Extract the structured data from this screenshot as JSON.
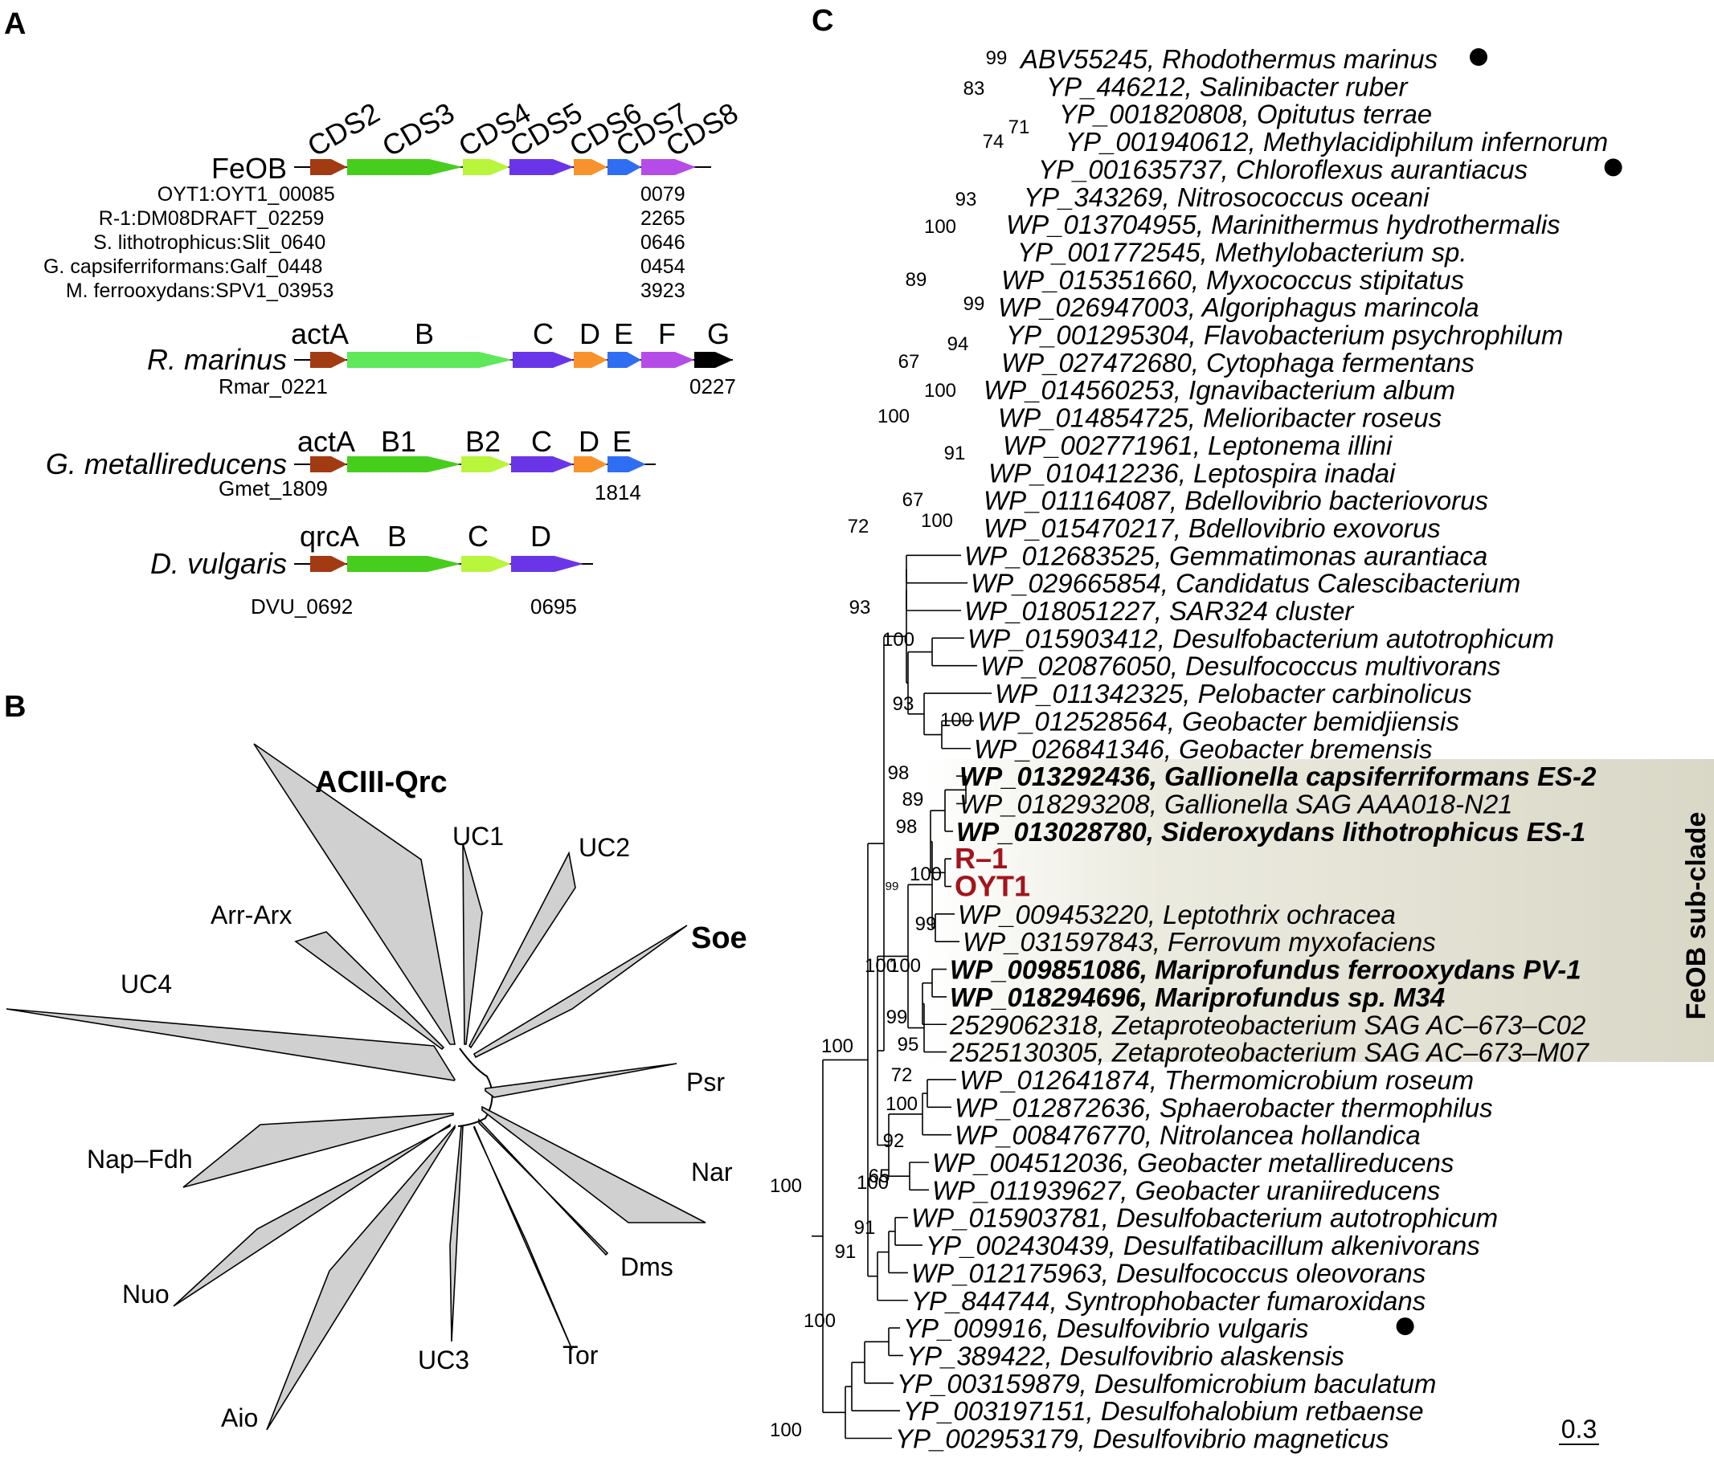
{
  "panels": {
    "a": "A",
    "b": "B",
    "c": "C"
  },
  "panel_a": {
    "rows": [
      {
        "organism": "FeOB",
        "organism_italic": false,
        "genes": [
          "CDS2",
          "CDS3",
          "CDS4",
          "CDS5",
          "CDS6",
          "CDS7",
          "CDS8"
        ],
        "locus_lines": [
          {
            "strain": "OYT1:",
            "start": "OYT1_00085",
            "end": "0079"
          },
          {
            "strain": "R-1:",
            "start": "DM08DRAFT_02259",
            "end": "2265"
          },
          {
            "strain": "S. lithotrophicus:",
            "start": "Slit_0640",
            "end": "0646"
          },
          {
            "strain": "G. capsiferriformans:",
            "start": "Galf_0448",
            "end": "0454"
          },
          {
            "strain": "M. ferrooxydans:",
            "start": "SPV1_03953",
            "end": "3923"
          }
        ]
      },
      {
        "organism": "R. marinus",
        "organism_italic": true,
        "genes": [
          "actA",
          "B",
          "C",
          "D",
          "E",
          "F",
          "G"
        ],
        "locus_start": "Rmar_0221",
        "locus_end": "0227"
      },
      {
        "organism": "G. metallireducens",
        "organism_italic": true,
        "genes": [
          "actA",
          "B1",
          "B2",
          "C",
          "D",
          "E"
        ],
        "locus_start": "Gmet_1809",
        "locus_end": "1814"
      },
      {
        "organism": "D. vulgaris",
        "organism_italic": true,
        "genes": [
          "qrcA",
          "B",
          "C",
          "D"
        ],
        "locus_start": "DVU_0692",
        "locus_end": "0695"
      }
    ],
    "colors": {
      "a": "#a23a12",
      "b": "#47cd1c",
      "b_light": "#5ee85a",
      "c": "#b8f53b",
      "d": "#6a35e8",
      "e": "#f8922c",
      "f": "#2f6ef2",
      "g": "#b64ce8",
      "black": "#000000"
    }
  },
  "panel_b": {
    "clades": [
      "ACIII-Qrc",
      "UC1",
      "UC2",
      "Soe",
      "Arr-Arx",
      "UC4",
      "Psr",
      "Nar",
      "Nap–Fdh",
      "Dms",
      "Nuo",
      "Tor",
      "UC3",
      "Aio"
    ],
    "bold_clades": [
      "ACIII-Qrc",
      "Soe"
    ],
    "fill_color": "#d0d0d0"
  },
  "panel_c": {
    "leaves": [
      {
        "acc": "ABV55245",
        "name": "Rhodothermus marinus",
        "dot": true
      },
      {
        "acc": "YP_446212",
        "name": "Salinibacter ruber"
      },
      {
        "acc": "YP_001820808",
        "name": "Opitutus terrae"
      },
      {
        "acc": "YP_001940612",
        "name": "Methylacidiphilum infernorum"
      },
      {
        "acc": "YP_001635737",
        "name": "Chloroflexus aurantiacus",
        "dot": true
      },
      {
        "acc": "YP_343269",
        "name": "Nitrosococcus oceani"
      },
      {
        "acc": "WP_013704955",
        "name": "Marinithermus hydrothermalis"
      },
      {
        "acc": "YP_001772545",
        "name": "Methylobacterium sp."
      },
      {
        "acc": "WP_015351660",
        "name": "Myxococcus stipitatus"
      },
      {
        "acc": "WP_026947003",
        "name": "Algoriphagus marincola"
      },
      {
        "acc": "YP_001295304",
        "name": "Flavobacterium psychrophilum"
      },
      {
        "acc": "WP_027472680",
        "name": "Cytophaga fermentans"
      },
      {
        "acc": "WP_014560253",
        "name": "Ignavibacterium album"
      },
      {
        "acc": "WP_014854725",
        "name": "Melioribacter roseus"
      },
      {
        "acc": "WP_002771961",
        "name": "Leptonema illini"
      },
      {
        "acc": "WP_010412236",
        "name": "Leptospira inadai"
      },
      {
        "acc": "WP_011164087",
        "name": "Bdellovibrio bacteriovorus"
      },
      {
        "acc": "WP_015470217",
        "name": "Bdellovibrio exovorus"
      },
      {
        "acc": "WP_012683525",
        "name": "Gemmatimonas aurantiaca"
      },
      {
        "acc": "WP_029665854",
        "name": "Candidatus Calescibacterium"
      },
      {
        "acc": "WP_018051227",
        "name": "SAR324 cluster"
      },
      {
        "acc": "WP_015903412",
        "name": "Desulfobacterium autotrophicum"
      },
      {
        "acc": "WP_020876050",
        "name": "Desulfococcus multivorans"
      },
      {
        "acc": "WP_011342325",
        "name": "Pelobacter carbinolicus"
      },
      {
        "acc": "WP_012528564",
        "name": "Geobacter bemidjiensis"
      },
      {
        "acc": "WP_026841346",
        "name": "Geobacter bremensis"
      },
      {
        "acc": "WP_013292436",
        "name": "Gallionella capsiferriformans ES-2",
        "bold": true
      },
      {
        "acc": "WP_018293208",
        "name": "Gallionella SAG AAA018-N21"
      },
      {
        "acc": "WP_013028780",
        "name": "Sideroxydans lithotrophicus ES-1",
        "bold": true
      },
      {
        "label": "R–1",
        "red": true
      },
      {
        "label": "OYT1",
        "red": true
      },
      {
        "acc": "WP_009453220",
        "name": "Leptothrix ochracea"
      },
      {
        "acc": "WP_031597843",
        "name": "Ferrovum myxofaciens"
      },
      {
        "acc": "WP_009851086",
        "name": "Mariprofundus ferrooxydans PV-1",
        "bold": true
      },
      {
        "acc": "WP_018294696",
        "name": "Mariprofundus sp. M34",
        "bold": true
      },
      {
        "acc": "2529062318",
        "name": "Zetaproteobacterium SAG AC–673–C02"
      },
      {
        "acc": "2525130305",
        "name": "Zetaproteobacterium SAG AC–673–M07"
      },
      {
        "acc": "WP_012641874",
        "name": "Thermomicrobium roseum"
      },
      {
        "acc": "WP_012872636",
        "name": "Sphaerobacter thermophilus"
      },
      {
        "acc": "WP_008476770",
        "name": "Nitrolancea hollandica"
      },
      {
        "acc": "WP_004512036",
        "name": "Geobacter metallireducens"
      },
      {
        "acc": "WP_011939627",
        "name": "Geobacter uraniireducens"
      },
      {
        "acc": "WP_015903781",
        "name": "Desulfobacterium autotrophicum"
      },
      {
        "acc": "YP_002430439",
        "name": "Desulfatibacillum alkenivorans"
      },
      {
        "acc": "WP_012175963",
        "name": "Desulfococcus oleovorans"
      },
      {
        "acc": "YP_844744",
        "name": "Syntrophobacter fumaroxidans"
      },
      {
        "acc": "YP_009916",
        "name": "Desulfovibrio vulgaris",
        "dot": true
      },
      {
        "acc": "YP_389422",
        "name": "Desulfovibrio alaskensis"
      },
      {
        "acc": "YP_003159879",
        "name": "Desulfomicrobium baculatum"
      },
      {
        "acc": "YP_003197151",
        "name": "Desulfohalobium retbaense"
      },
      {
        "acc": "YP_002953179",
        "name": "Desulfovibrio magneticus"
      }
    ],
    "bootstraps": [
      "99",
      "83",
      "71",
      "74",
      "93",
      "100",
      "89",
      "99",
      "94",
      "67",
      "100",
      "100",
      "91",
      "67",
      "100",
      "72",
      "93",
      "100",
      "93",
      "100",
      "98",
      "89",
      "98",
      "100",
      "99",
      "99",
      "100",
      "100",
      "99",
      "95",
      "100",
      "72",
      "100",
      "92",
      "100",
      "65",
      "91",
      "91",
      "100",
      "100",
      "100"
    ],
    "highlight": {
      "label": "FeOB sub-clade",
      "color": "#d9d7c6"
    },
    "scale_bar": "0.3"
  }
}
